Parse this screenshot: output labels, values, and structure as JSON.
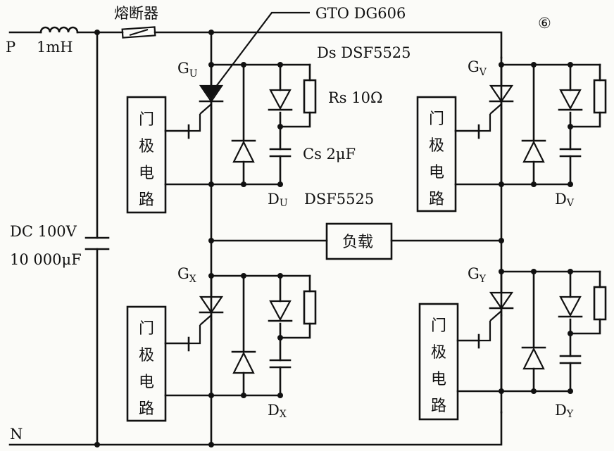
{
  "labels": {
    "p_terminal": "P",
    "n_terminal": "N",
    "inductor": "1mH",
    "fuse": "熔断器",
    "gto": "GTO DG606",
    "snubber_diode": "Ds DSF5525",
    "snubber_resistor": "Rs 10Ω",
    "snubber_cap": "Cs 2μF",
    "free_diode": "DSF5525",
    "dc_voltage": "DC 100V",
    "dc_cap": "10 000μF",
    "load": "负载",
    "figure_number": "⑥"
  },
  "gates": {
    "u": {
      "main": "G",
      "sub": "U"
    },
    "v": {
      "main": "G",
      "sub": "V"
    },
    "x": {
      "main": "G",
      "sub": "X"
    },
    "y": {
      "main": "G",
      "sub": "Y"
    }
  },
  "diodes": {
    "u": {
      "main": "D",
      "sub": "U"
    },
    "v": {
      "main": "D",
      "sub": "V"
    },
    "x": {
      "main": "D",
      "sub": "X"
    },
    "y": {
      "main": "D",
      "sub": "Y"
    }
  },
  "gate_box_chars": [
    "门",
    "极",
    "电",
    "路"
  ]
}
